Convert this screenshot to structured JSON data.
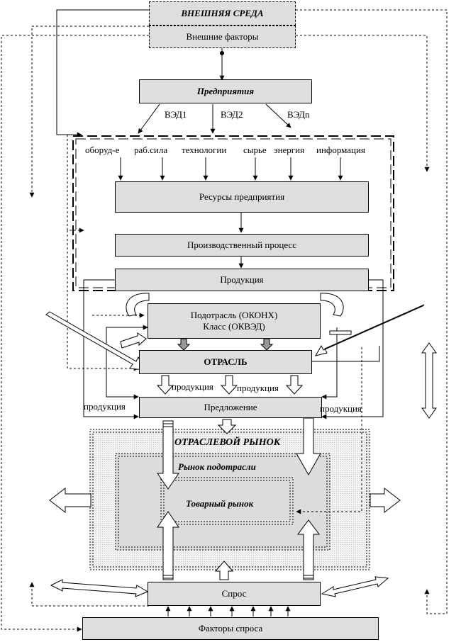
{
  "env": {
    "title": "ВНЕШНЯЯ СРЕДА",
    "factors": "Внешние факторы"
  },
  "enterprise": "Предприятия",
  "ved": [
    "ВЭД1",
    "ВЭД2",
    "ВЭДn"
  ],
  "resource_labels": [
    "оборуд-е",
    "раб.сила",
    "технологии",
    "сырье",
    "энергия",
    "информация"
  ],
  "boxes": {
    "resources": "Ресурсы предприятия",
    "process": "Производственный процесс",
    "product": "Продукция",
    "subindustry_1": "Подотрасль (ОКОНХ)",
    "subindustry_2": "Класс (ОКВЭД)",
    "industry": "ОТРАСЛЬ",
    "supply": "Предложение",
    "demand": "Спрос",
    "demand_factors": "Факторы спроса"
  },
  "flow_labels": {
    "prod_center_left": "продукция",
    "prod_center_right": "продукция",
    "prod_left": "продукция",
    "prod_right": "продукция"
  },
  "markets": {
    "industry_market": "ОТРАСЛЕВОЙ РЫНОК",
    "subindustry_market": "Рынок подотрасли",
    "goods_market": "Товарный рынок"
  }
}
